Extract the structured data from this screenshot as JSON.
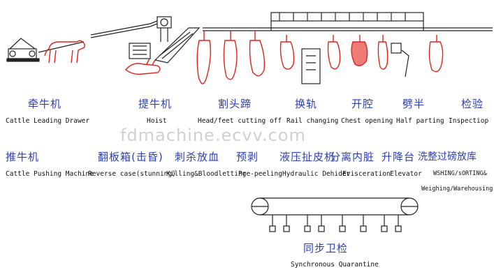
{
  "watermark": "fdmachine.ecvv.com",
  "top_row": [
    {
      "cn": "牵牛机",
      "en": "Cattle Leading Drawer"
    },
    {
      "cn": "提牛机",
      "en": "Hoist"
    },
    {
      "cn": "割头蹄",
      "en": "Head/feet cutting off"
    },
    {
      "cn": "换轨",
      "en": "Rail changing"
    },
    {
      "cn": "开腔",
      "en": "Chest opening"
    },
    {
      "cn": "劈半",
      "en": "Half parting"
    },
    {
      "cn": "检验",
      "en": "Inspectiop"
    }
  ],
  "bottom_row": [
    {
      "cn": "推牛机",
      "en": "Cattle Pushing Machine"
    },
    {
      "cn": "翻板箱(击昏)",
      "en": "Reverse case(stunning)"
    },
    {
      "cn": "刺杀放血",
      "en": "Killing&Bloodletting"
    },
    {
      "cn": "预剥",
      "en": "Pre-peeling"
    },
    {
      "cn": "液压扯皮机",
      "en": "Hydraulic Dehider"
    },
    {
      "cn": "分离内脏",
      "en": "Evisceration"
    },
    {
      "cn": "升降台",
      "en": "Elevator"
    },
    {
      "cn": "洗整过磅放库",
      "en": "WSHING/sORTING&"
    }
  ],
  "extra_line": "Weighing/Warehousing",
  "quarantine": {
    "cn": "同步卫检",
    "en": "Synchronous Quarantine"
  },
  "colors": {
    "label_cn": "#2b3fb8",
    "carcass": "#e2231a",
    "line": "#222222"
  }
}
